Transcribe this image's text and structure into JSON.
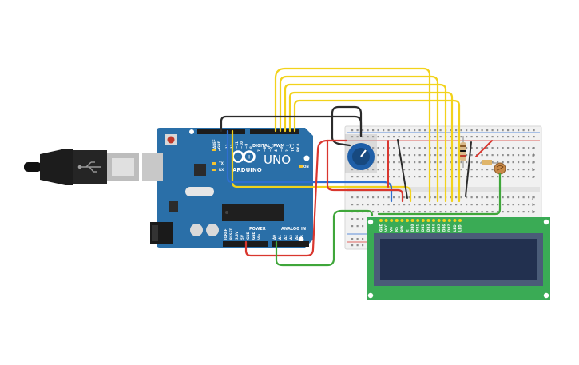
{
  "board": {
    "brand": "ARDUINO",
    "model": "UNO",
    "digital_label": "DIGITAL (PWM ~)",
    "power_label": "POWER",
    "analog_label": "ANALOG IN",
    "pin_aref": "AREF",
    "pin_gnd": "GND",
    "pins_digital_right": [
      "7",
      "~6",
      "~5",
      "4",
      "~3",
      "2",
      "TX 1",
      "RX 0"
    ],
    "pins_digital_left": [
      "13",
      "12",
      "~11",
      "~10",
      "~9",
      "8"
    ],
    "pins_power": [
      "IOREF",
      "RESET",
      "3.3V",
      "5V",
      "GND",
      "GND",
      "Vin"
    ],
    "pins_analog": [
      "A0",
      "A1",
      "A2",
      "A3",
      "A4",
      "A5"
    ],
    "led_l": "L",
    "led_tx": "TX",
    "led_rx": "RX",
    "on_label": "ON"
  },
  "lcd": {
    "pins": [
      "GND",
      "VCC",
      "V0",
      "RS",
      "RW",
      "E",
      "DB0",
      "DB1",
      "DB2",
      "DB3",
      "DB4",
      "DB5",
      "DB6",
      "DB7",
      "LED",
      "LED"
    ]
  },
  "breadboard": {
    "rows_top": [
      "e",
      "d",
      "c",
      "b",
      "a"
    ],
    "rows_bottom": [
      "j",
      "i",
      "h",
      "g",
      "f"
    ]
  },
  "colors": {
    "board": "#2a6fa8",
    "breadboard": "#f1f1f1",
    "lcd_pcb": "#3aab55",
    "lcd_screen": "#22304f",
    "wire_yellow": "#f2d21b",
    "wire_black": "#2b2b2b",
    "wire_red": "#d9362e",
    "wire_green": "#3fa63a",
    "wire_blue": "#2f6fd0",
    "pot": "#1f5fa8"
  }
}
